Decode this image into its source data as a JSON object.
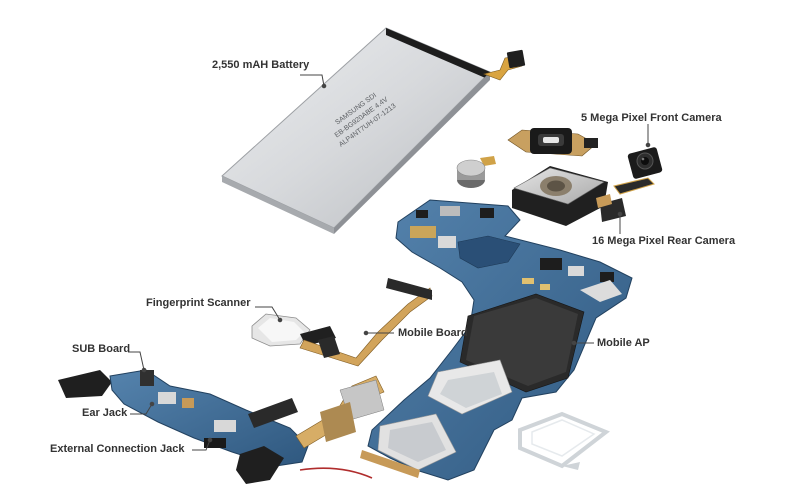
{
  "labels": {
    "battery": "2,550 mAH Battery",
    "battery_print_1": "SAMSUNG SDI",
    "battery_print_2": "EB-BG920ABE 4.4V",
    "battery_print_3": "ALP4NT7UH-07-1213",
    "front_camera": "5 Mega Pixel Front Camera",
    "rear_camera": "16 Mega Pixel Rear Camera",
    "fingerprint_scanner": "Fingerprint Scanner",
    "mobile_board": "Mobile Board",
    "mobile_ap": "Mobile AP",
    "sub_board": "SUB Board",
    "ear_jack": "Ear Jack",
    "external_connection_jack": "External Connection Jack"
  },
  "colors": {
    "label_text": "#333333",
    "leader_line": "#444444",
    "pcb_blue": "#3f6e98",
    "pcb_dark": "#2c4f73",
    "battery_silver": "#d9dadc",
    "shield_dark": "#2a2a2a",
    "flex_cable": "#c79a58"
  }
}
